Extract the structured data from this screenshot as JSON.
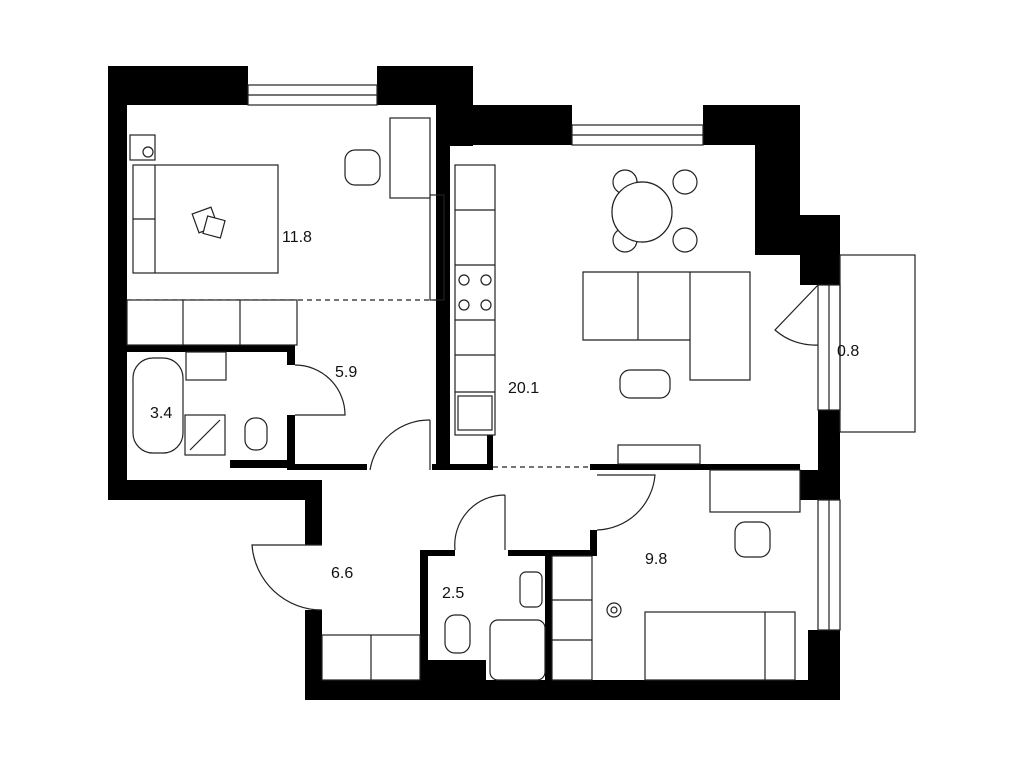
{
  "plan": {
    "wall_color": "#000000",
    "background": "#ffffff",
    "rooms": [
      {
        "id": "bedroom-1",
        "area": "11.8"
      },
      {
        "id": "hallway-upper",
        "area": "5.9"
      },
      {
        "id": "bathroom",
        "area": "3.4"
      },
      {
        "id": "kitchen-living",
        "area": "20.1"
      },
      {
        "id": "balcony",
        "area": "0.8"
      },
      {
        "id": "entrance-hall",
        "area": "6.6"
      },
      {
        "id": "wc",
        "area": "2.5"
      },
      {
        "id": "bedroom-2",
        "area": "9.8"
      }
    ]
  }
}
